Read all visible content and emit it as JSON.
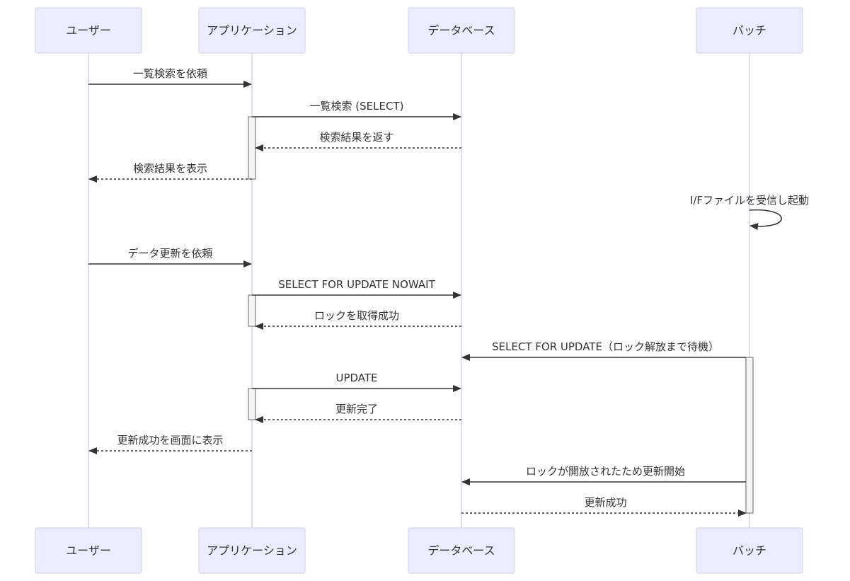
{
  "diagram": {
    "type": "sequence",
    "colors": {
      "actor_fill": "#ECECFF",
      "actor_stroke": "#D7D3F3",
      "line": "#333333",
      "activation_fill": "#F4F4F4",
      "activation_stroke": "#666666"
    },
    "participants": [
      {
        "id": "user",
        "label": "ユーザー"
      },
      {
        "id": "app",
        "label": "アプリケーション"
      },
      {
        "id": "db",
        "label": "データベース"
      },
      {
        "id": "batch",
        "label": "バッチ"
      }
    ],
    "messages": [
      {
        "from": "user",
        "to": "app",
        "label": "一覧検索を依頼",
        "style": "solid"
      },
      {
        "from": "app",
        "to": "db",
        "label": "一覧検索 (SELECT)",
        "style": "solid"
      },
      {
        "from": "db",
        "to": "app",
        "label": "検索結果を返す",
        "style": "dashed"
      },
      {
        "from": "app",
        "to": "user",
        "label": "検索結果を表示",
        "style": "dashed"
      },
      {
        "from": "batch",
        "to": "batch",
        "label": "I/Fファイルを受信し起動",
        "style": "solid"
      },
      {
        "from": "user",
        "to": "app",
        "label": "データ更新を依頼",
        "style": "solid"
      },
      {
        "from": "app",
        "to": "db",
        "label": "SELECT FOR UPDATE NOWAIT",
        "style": "solid"
      },
      {
        "from": "db",
        "to": "app",
        "label": "ロックを取得成功",
        "style": "dashed"
      },
      {
        "from": "batch",
        "to": "db",
        "label": "SELECT FOR UPDATE（ロック解放まで待機）",
        "style": "solid"
      },
      {
        "from": "app",
        "to": "db",
        "label": "UPDATE",
        "style": "solid"
      },
      {
        "from": "db",
        "to": "app",
        "label": "更新完了",
        "style": "dashed"
      },
      {
        "from": "app",
        "to": "user",
        "label": "更新成功を画面に表示",
        "style": "dashed"
      },
      {
        "from": "batch",
        "to": "db",
        "label": "ロックが開放されたため更新開始",
        "style": "solid"
      },
      {
        "from": "db",
        "to": "batch",
        "label": "更新成功",
        "style": "dashed"
      }
    ],
    "activations": [
      {
        "participant": "app",
        "from_message": 1,
        "to_message": 3
      },
      {
        "participant": "app",
        "from_message": 6,
        "to_message": 7
      },
      {
        "participant": "app",
        "from_message": 9,
        "to_message": 10
      },
      {
        "participant": "batch",
        "from_message": 8,
        "to_message": 13
      }
    ]
  }
}
